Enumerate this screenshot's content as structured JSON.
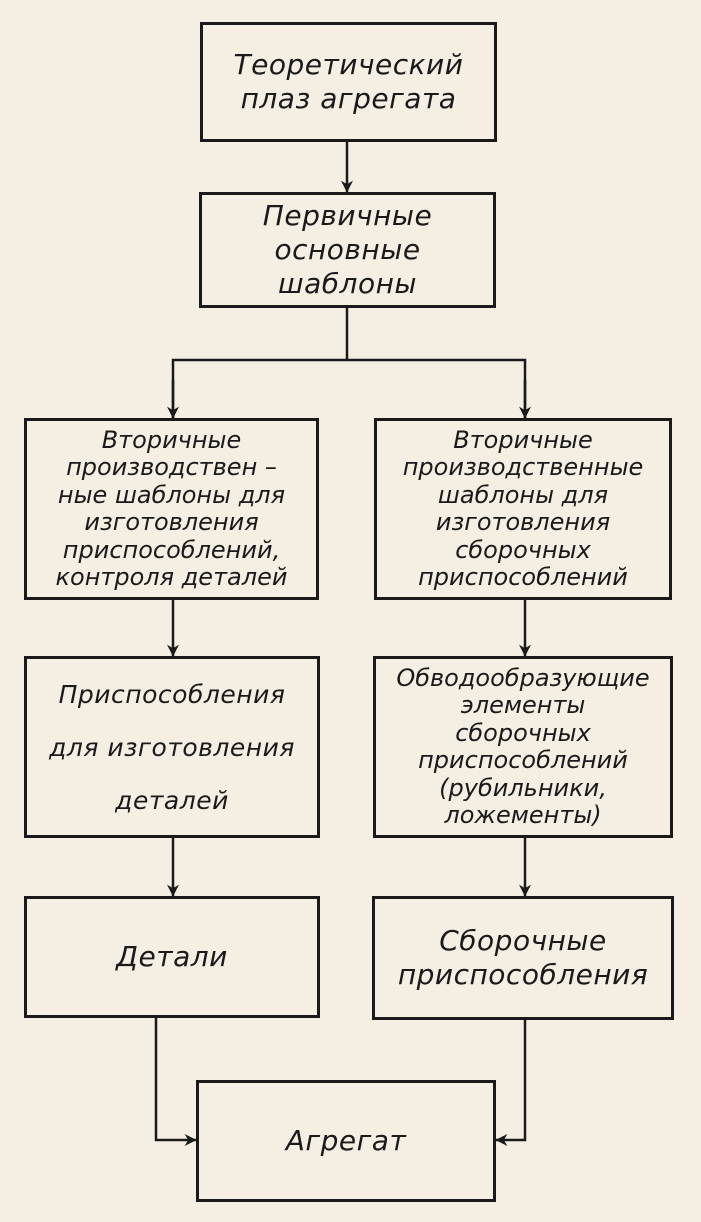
{
  "diagram": {
    "boxes": {
      "theoretical": {
        "lines": [
          "Теоретический",
          "плаз агрегата"
        ]
      },
      "primary": {
        "lines": [
          "Первичные",
          "основные",
          "шаблоны"
        ]
      },
      "secondary_left": {
        "lines": [
          "Вторичные",
          "производствен –",
          "ные шаблоны для",
          "изготовления",
          "приспособлений,",
          "контроля деталей"
        ]
      },
      "secondary_right": {
        "lines": [
          "Вторичные",
          "производственные",
          "шаблоны для",
          "изготовления",
          "сборочных",
          "приспособлений"
        ]
      },
      "fixtures_parts": {
        "lines": [
          "Приспособления",
          "для изготовления",
          "деталей"
        ]
      },
      "contour_elements": {
        "lines": [
          "Обводообразующие",
          "элементы",
          "сборочных",
          "приспособлений",
          "(рубильники,",
          "ложементы)"
        ]
      },
      "parts": {
        "lines": [
          "Детали"
        ]
      },
      "assembly_fixtures": {
        "lines": [
          "Сборочные",
          "приспособления"
        ]
      },
      "aggregate": {
        "lines": [
          "Агрегат"
        ]
      }
    }
  }
}
